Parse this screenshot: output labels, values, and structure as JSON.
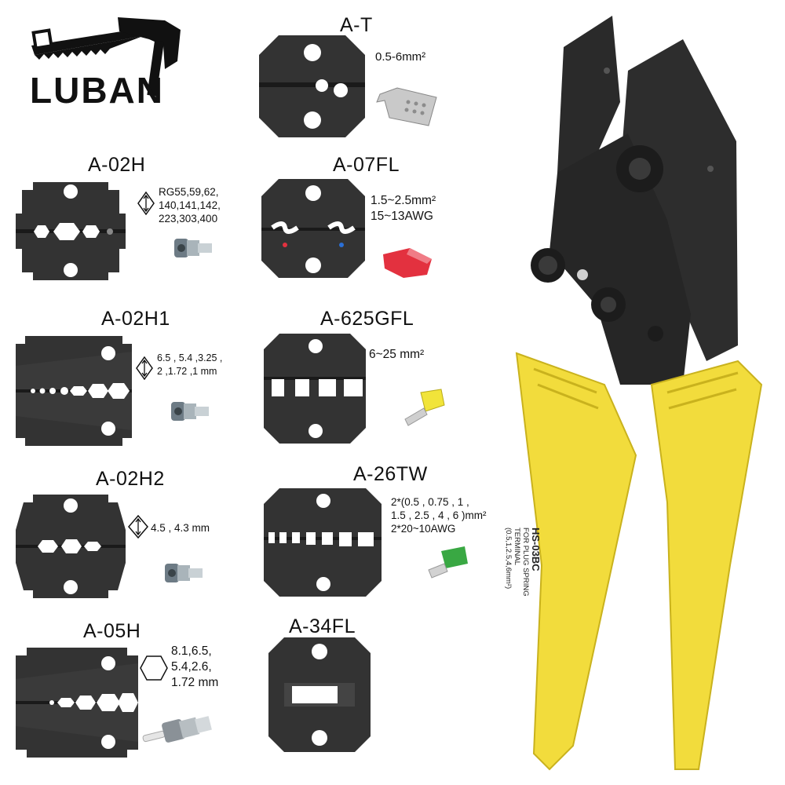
{
  "brand": {
    "name": "LUBAN"
  },
  "tool": {
    "model": "HS-03BC",
    "desc_line1": "FOR PLUG SPRING TERMINAL",
    "desc_line2": "(0.5,1,2.5,4,6mm²)"
  },
  "dies": [
    {
      "id": "A-T",
      "spec": "0.5-6mm²"
    },
    {
      "id": "A-02H",
      "spec": "RG55,59,62,\n140,141,142,\n223,303,400"
    },
    {
      "id": "A-07FL",
      "spec": "1.5~2.5mm²\n15~13AWG"
    },
    {
      "id": "A-02H1",
      "spec": "6.5 , 5.4 ,3.25 ,\n2 ,1.72 ,1 mm"
    },
    {
      "id": "A-625GFL",
      "spec": "6~25 mm²"
    },
    {
      "id": "A-02H2",
      "spec": "4.5 , 4.3  mm"
    },
    {
      "id": "A-26TW",
      "spec": "2*(0.5 , 0.75 , 1 ,\n1.5 , 2.5 , 4 , 6 )mm²\n2*20~10AWG"
    },
    {
      "id": "A-05H",
      "spec": "8.1,6.5,\n5.4,2.6,\n1.72 mm"
    },
    {
      "id": "A-34FL",
      "spec": ""
    }
  ],
  "colors": {
    "die": "#2f2f2f",
    "handle": "#f2dc3c",
    "tool_body": "#2a2a2a",
    "red_terminal": "#e3313f",
    "green_ferrule": "#39a843",
    "yellow_ferrule": "#f1e43a"
  }
}
